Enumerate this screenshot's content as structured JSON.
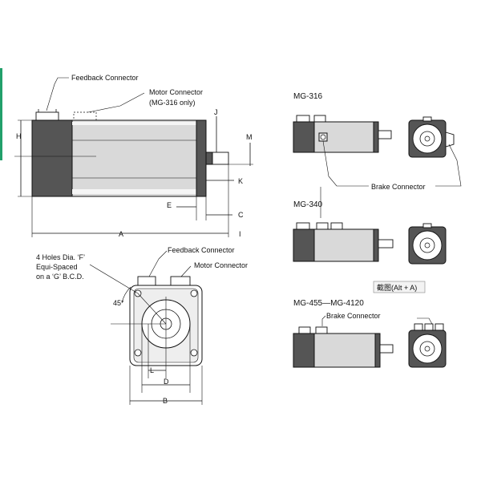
{
  "colors": {
    "accent_bar": "#22a06b",
    "line": "#111111",
    "body_fill": "#d9d9d9",
    "shade": "#555555"
  },
  "side_view": {
    "feedback_connector": "Feedback Connector",
    "motor_connector": "Motor Connector",
    "motor_connector_note": "(MG-316 only)",
    "dims": {
      "H": "H",
      "J": "J",
      "M": "M",
      "K": "K",
      "E": "E",
      "C": "C",
      "A": "A",
      "I": "I"
    }
  },
  "front_view": {
    "holes_line1": "4 Holes Dia. ‘F’",
    "holes_line2": "Equi-Spaced",
    "holes_line3": "on a ‘G’ B.C.D.",
    "angle": "45°",
    "feedback_connector": "Feedback Connector",
    "motor_connector": "Motor Connector",
    "dims": {
      "L": "L",
      "D": "D",
      "B": "B"
    }
  },
  "models": {
    "mg316": {
      "title": "MG-316"
    },
    "mg340": {
      "title": "MG-340"
    },
    "mg455": {
      "title": "MG-455—MG-4120"
    }
  },
  "brake_connector_1": "Brake Connector",
  "brake_connector_2": "Brake Connector",
  "screenshot_tip": "截图(Alt + A)"
}
